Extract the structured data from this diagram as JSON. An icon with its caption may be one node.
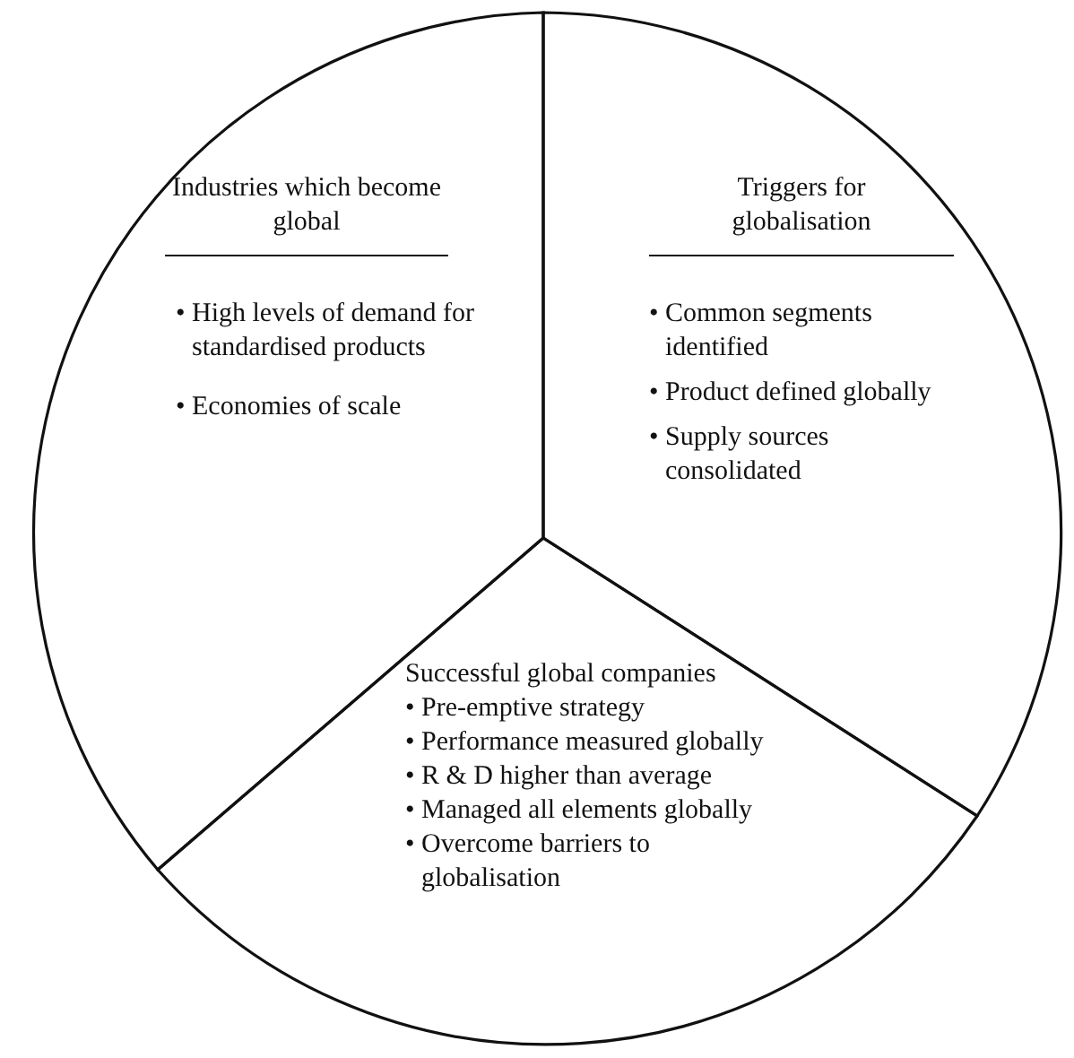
{
  "diagram": {
    "nodes": [
      {
        "text": [
          "Industries which become global",
          "• High levels of demand for standardised products",
          "• Economies of scale"
        ]
      },
      {
        "text": [
          "Triggers for globalisation",
          "• Common segments identified",
          "• Product defined globally",
          "• Supply sources consolidated"
        ]
      },
      {
        "text": [
          "Successful global companies",
          "• Pre-emptive strategy",
          "• Performance measured globally",
          "• R & D higher than average",
          "• Managed all elements globally",
          "• Overcome barriers to globalisation"
        ]
      }
    ]
  }
}
